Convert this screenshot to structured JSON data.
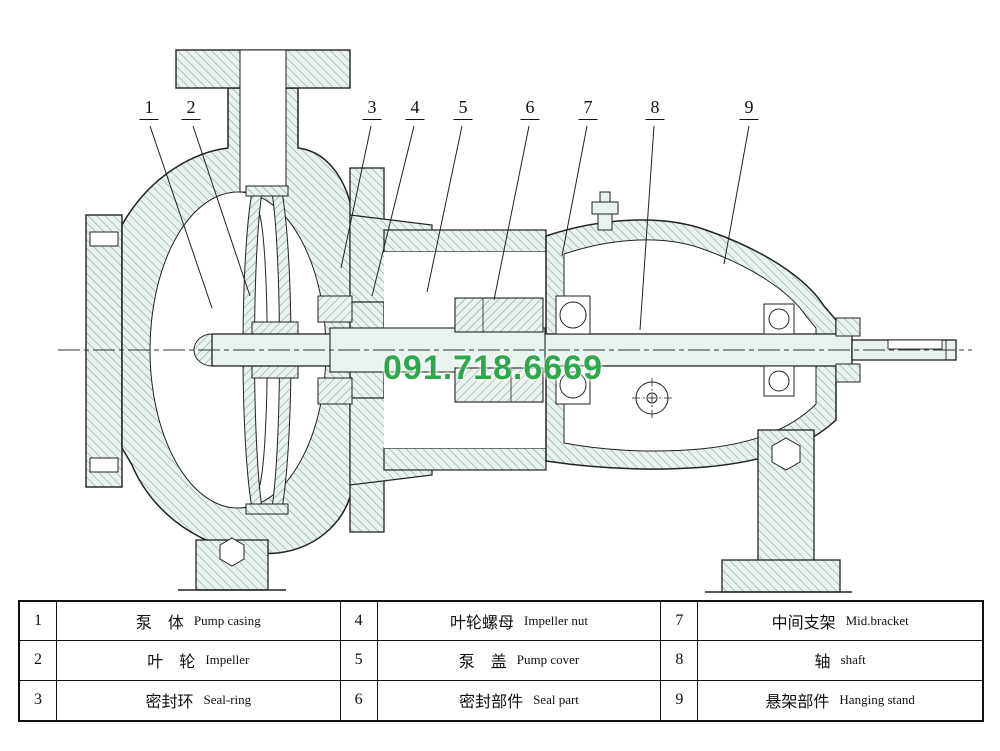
{
  "watermark": {
    "text": "091.718.6669",
    "color": "#2fa84d"
  },
  "callouts": {
    "labels": [
      "1",
      "2",
      "3",
      "4",
      "5",
      "6",
      "7",
      "8",
      "9"
    ]
  },
  "table": {
    "rows": [
      [
        {
          "num": "1",
          "cn": "泵　体",
          "en": "Pump casing"
        },
        {
          "num": "4",
          "cn": "叶轮螺母",
          "en": "Impeller nut"
        },
        {
          "num": "7",
          "cn": "中间支架",
          "en": "Mid.bracket"
        }
      ],
      [
        {
          "num": "2",
          "cn": "叶　轮",
          "en": "Impeller"
        },
        {
          "num": "5",
          "cn": "泵　盖",
          "en": "Pump cover"
        },
        {
          "num": "8",
          "cn": "轴",
          "en": "shaft"
        }
      ],
      [
        {
          "num": "3",
          "cn": "密封环",
          "en": "Seal-ring"
        },
        {
          "num": "6",
          "cn": "密封部件",
          "en": "Seal part"
        },
        {
          "num": "9",
          "cn": "悬架部件",
          "en": "Hanging stand"
        }
      ]
    ]
  }
}
